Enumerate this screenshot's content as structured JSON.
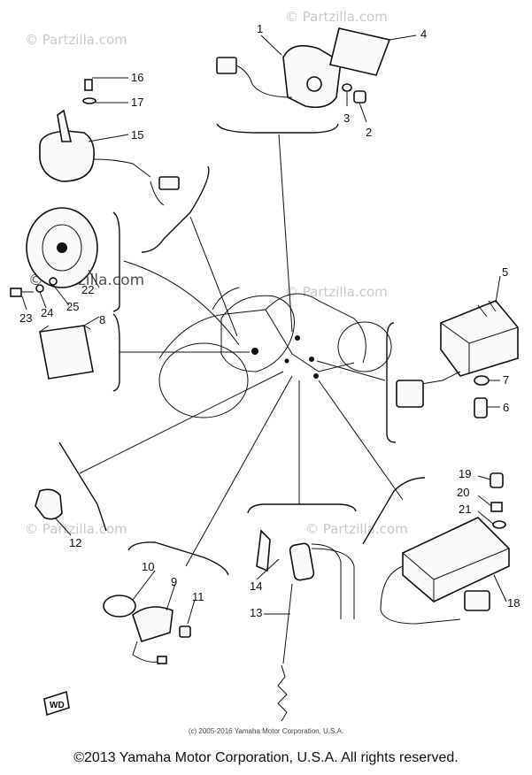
{
  "watermark": "© Partzilla.com",
  "credit": "(c) 2005-2016 Yamaha Motor Corporation, U.S.A.",
  "footer": "©2013 Yamaha Motor Corporation, U.S.A. All rights reserved.",
  "wd_stamp": "WD",
  "callouts": {
    "c1": "1",
    "c2": "2",
    "c3": "3",
    "c4": "4",
    "c5": "5",
    "c6": "6",
    "c7": "7",
    "c8": "8",
    "c9": "9",
    "c10": "10",
    "c11": "11",
    "c12": "12",
    "c13": "13",
    "c14": "14",
    "c15": "15",
    "c16": "16",
    "c17": "17",
    "c18": "18",
    "c19": "19",
    "c20": "20",
    "c21": "21",
    "c22": "22",
    "c23": "23",
    "c24": "24",
    "c25": "25"
  }
}
